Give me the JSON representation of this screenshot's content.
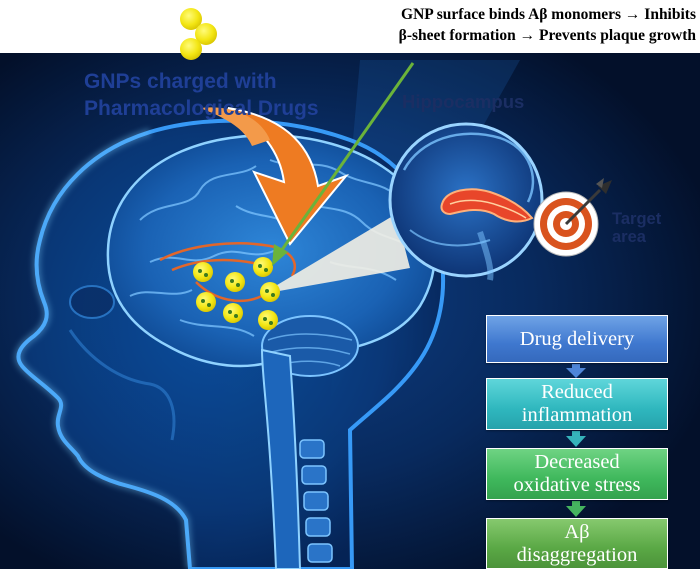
{
  "caption": {
    "line1": "GNP surface binds Aβ monomers → Inhibits",
    "line2": "β-sheet formation → Prevents plaque growth"
  },
  "labels": {
    "gnp_line1": "GNPs charged with",
    "gnp_line2": "Pharmacological Drugs",
    "hippocampus": "Hippocampus",
    "target_line1": "Target",
    "target_line2": "area"
  },
  "flow": {
    "steps": [
      {
        "line1": "Drug delivery",
        "line2": ""
      },
      {
        "line1": "Reduced",
        "line2": "inflammation"
      },
      {
        "line1": "Decreased",
        "line2": "oxidative stress"
      },
      {
        "line1": "Aβ",
        "line2": "disaggregation"
      }
    ],
    "arrow_colors": [
      "#4f86d8",
      "#36b4bb",
      "#45b45f"
    ]
  },
  "colors": {
    "background": "#05142f",
    "brain_glow": "#2f8fe0",
    "nanoparticle": "#f5ea1a",
    "orange_arrow": "#ee7b22",
    "green_pointer": "#6bb33a",
    "target_red": "#d9531e"
  },
  "icons": [
    "brain-icon",
    "head-silhouette-icon",
    "nanoparticle-icon",
    "target-icon",
    "dart-icon"
  ]
}
